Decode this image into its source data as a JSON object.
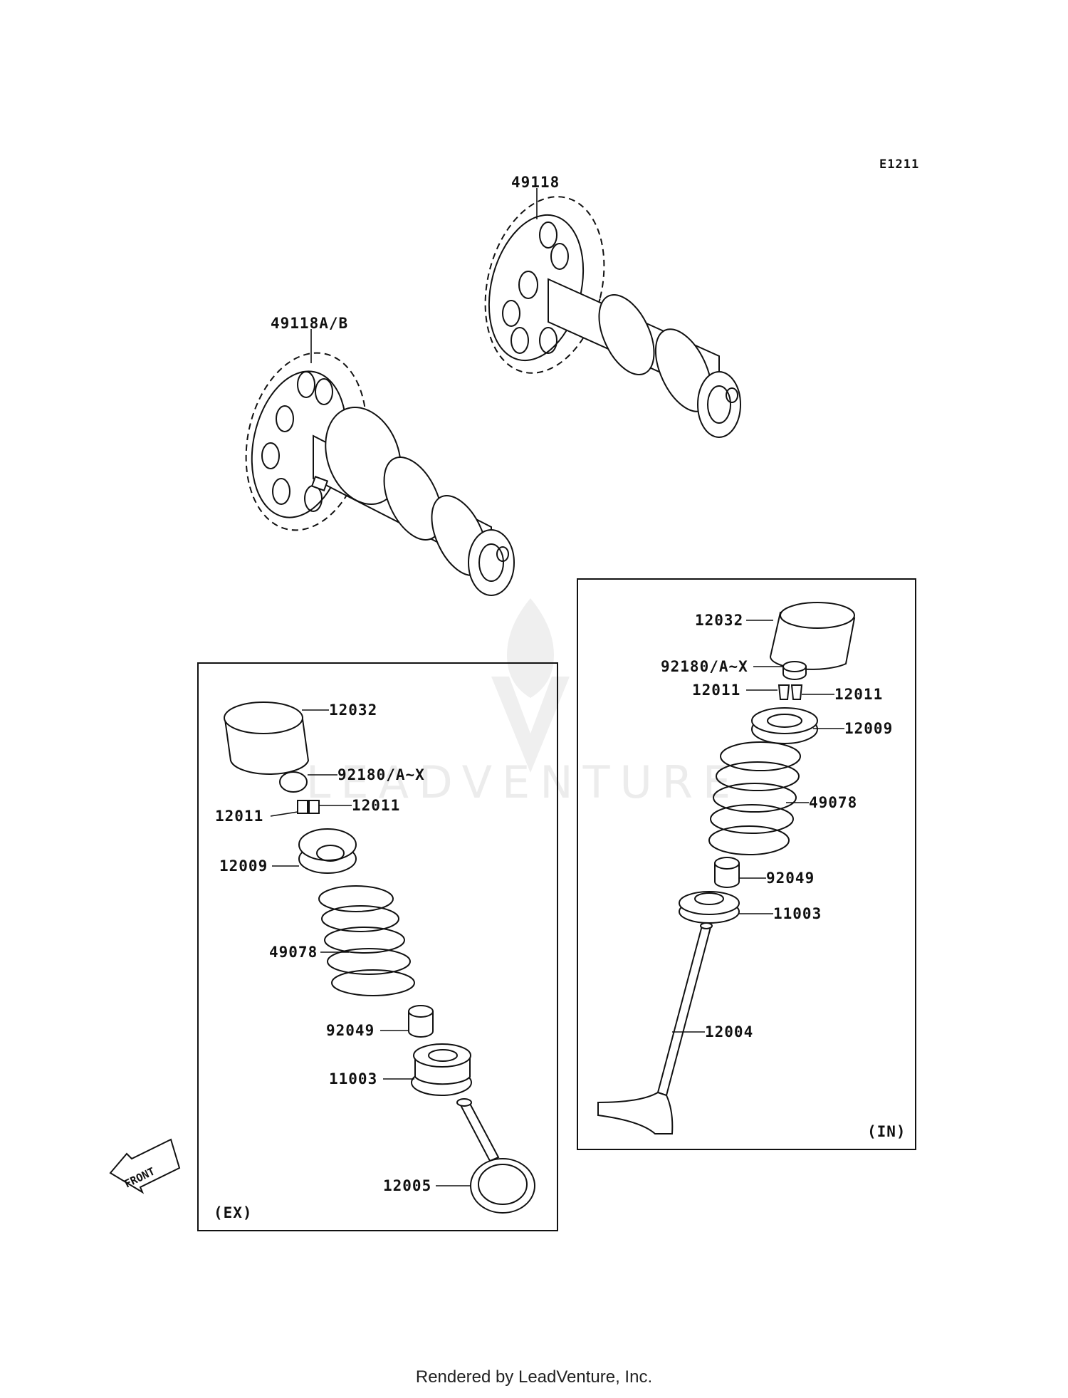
{
  "diagram_code": "E1211",
  "watermark": "LEADVENTURE",
  "front_label": "FRONT",
  "footer": "Rendered by LeadVenture, Inc.",
  "camshafts": {
    "upper_label": "49118",
    "lower_label": "49118A/B"
  },
  "exhaust_panel": {
    "title": "(EX)",
    "labels": {
      "tappet": "12032",
      "shim": "92180/A~X",
      "cotter_left": "12011",
      "cotter_right": "12011",
      "retainer": "12009",
      "spring": "49078",
      "stem_seal": "92049",
      "spring_seat": "11003",
      "valve": "12005"
    }
  },
  "intake_panel": {
    "title": "(IN)",
    "labels": {
      "tappet": "12032",
      "shim": "92180/A~X",
      "cotter_left": "12011",
      "cotter_right": "12011",
      "retainer": "12009",
      "spring": "49078",
      "stem_seal": "92049",
      "spring_seat": "11003",
      "valve": "12004"
    }
  }
}
